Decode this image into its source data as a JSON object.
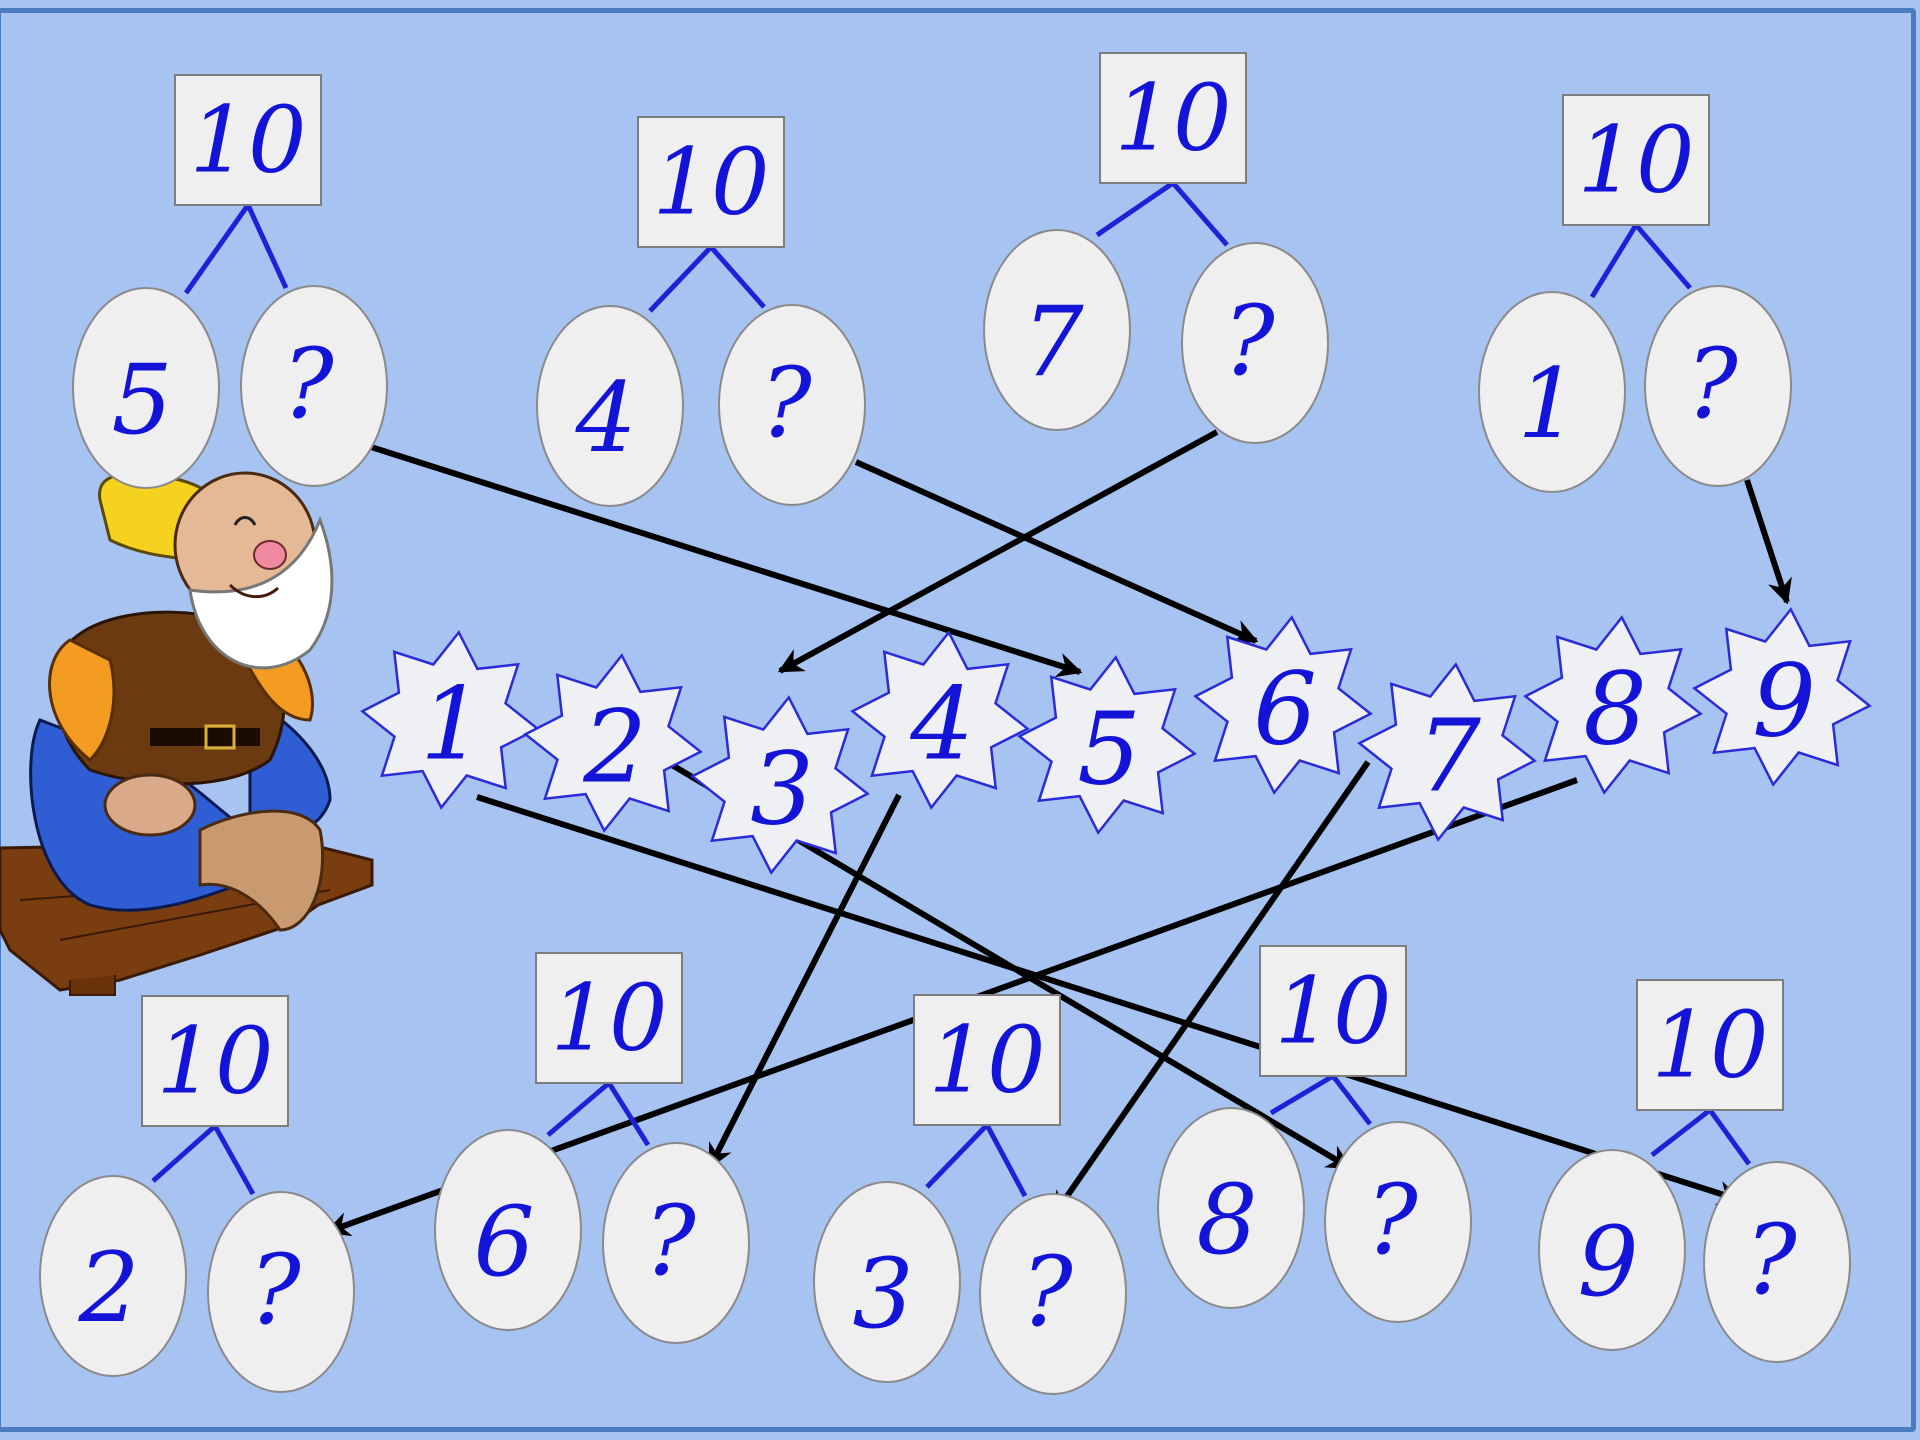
{
  "colors": {
    "background": "#a7c3f1",
    "border": "#4a7bc0",
    "numeral": "#1414d8",
    "tile": "#efeff0",
    "branch": "#1c22d6",
    "arrow": "#000000"
  },
  "icons": {
    "character": "dwarf-on-bench-icon"
  },
  "bonds": [
    {
      "id": "bond-1",
      "total": "10",
      "known": "5",
      "missing": "?"
    },
    {
      "id": "bond-2",
      "total": "10",
      "known": "4",
      "missing": "?"
    },
    {
      "id": "bond-3",
      "total": "10",
      "known": "7",
      "missing": "?"
    },
    {
      "id": "bond-4",
      "total": "10",
      "known": "1",
      "missing": "?"
    },
    {
      "id": "bond-5",
      "total": "10",
      "known": "2",
      "missing": "?"
    },
    {
      "id": "bond-6",
      "total": "10",
      "known": "6",
      "missing": "?"
    },
    {
      "id": "bond-7",
      "total": "10",
      "known": "3",
      "missing": "?"
    },
    {
      "id": "bond-8",
      "total": "10",
      "known": "8",
      "missing": "?"
    },
    {
      "id": "bond-9",
      "total": "10",
      "known": "9",
      "missing": "?"
    }
  ],
  "stars": [
    "1",
    "2",
    "3",
    "4",
    "5",
    "6",
    "7",
    "8",
    "9"
  ],
  "connections": [
    {
      "from": "bond-1",
      "to_star": "5"
    },
    {
      "from": "bond-2",
      "to_star": "6"
    },
    {
      "from": "bond-3",
      "to_star": "3"
    },
    {
      "from": "bond-4",
      "to_star": "9"
    },
    {
      "from_star": "1",
      "to": "bond-9"
    },
    {
      "from_star": "2",
      "to": "bond-8"
    },
    {
      "from_star": "4",
      "to": "bond-6"
    },
    {
      "from_star": "7",
      "to": "bond-7"
    },
    {
      "from_star": "8",
      "to": "bond-5"
    }
  ]
}
